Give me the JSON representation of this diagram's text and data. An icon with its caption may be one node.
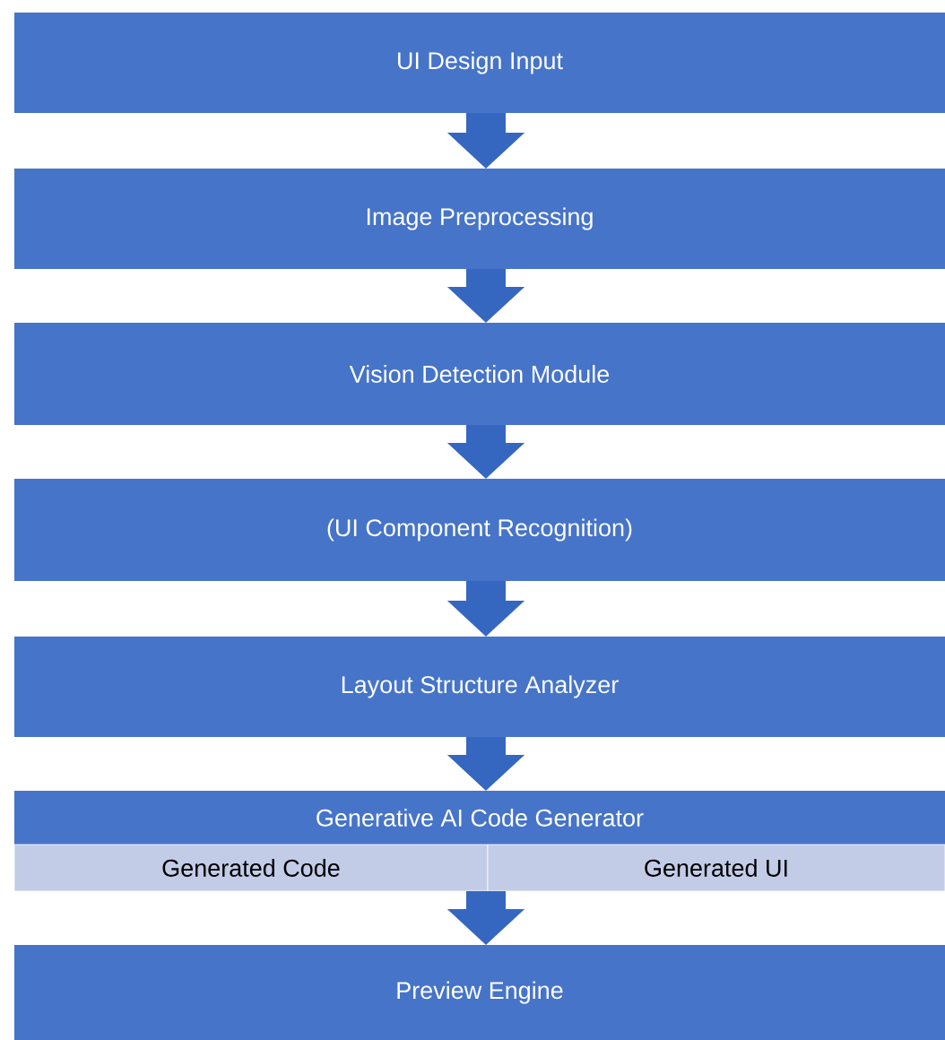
{
  "diagram": {
    "nodes": [
      {
        "text": [
          "UI Design Input"
        ]
      },
      {
        "text": [
          "Image Preprocessing"
        ]
      },
      {
        "text": [
          "Vision Detection Module"
        ]
      },
      {
        "text": [
          "(UI Component Recognition)"
        ]
      },
      {
        "text": [
          "Layout Structure Analyzer"
        ]
      },
      {
        "text": [
          "Generative AI Code Generator"
        ]
      },
      {
        "text": [
          "Generated Code"
        ]
      },
      {
        "text": [
          "Generated UI"
        ]
      },
      {
        "text": [
          "Preview Engine"
        ]
      }
    ],
    "edges": [
      {
        "from": 0,
        "to": 1,
        "arrow": "to"
      },
      {
        "from": 1,
        "to": 2,
        "arrow": "to"
      },
      {
        "from": 2,
        "to": 3,
        "arrow": "to"
      },
      {
        "from": 3,
        "to": 4,
        "arrow": "to"
      },
      {
        "from": 4,
        "to": 5,
        "arrow": "to"
      },
      {
        "from": 6,
        "to": 8,
        "arrow": "to"
      },
      {
        "from": 7,
        "to": 8,
        "arrow": "to"
      }
    ]
  }
}
